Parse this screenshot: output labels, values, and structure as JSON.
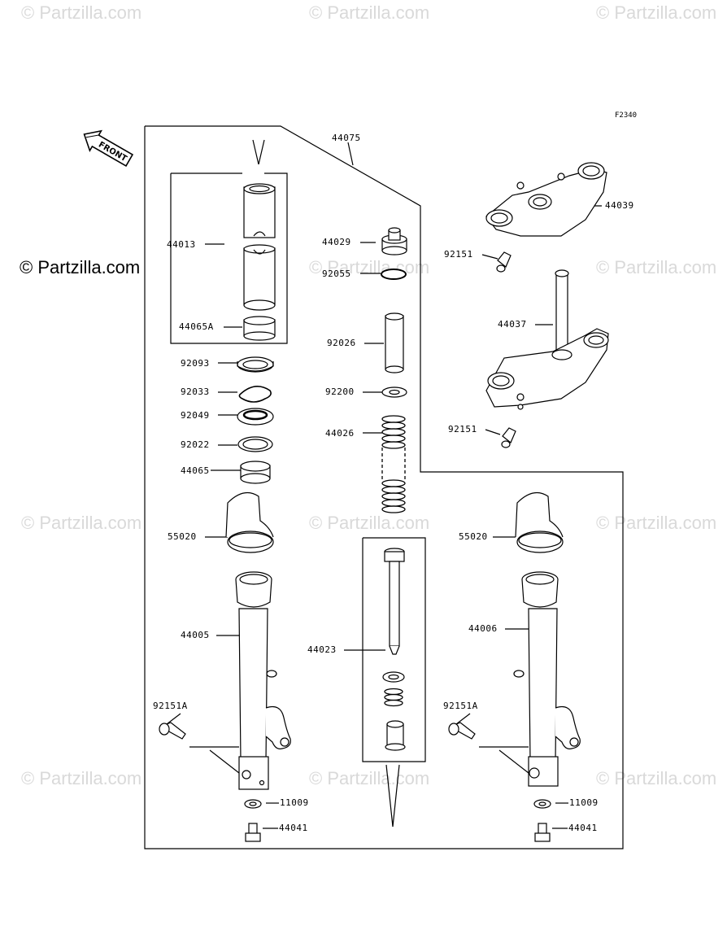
{
  "figure_id": "F2340",
  "watermark": "© Partzilla.com",
  "copyright": "© Partzilla.com",
  "front_label": "FRONT",
  "parts": {
    "p44075": "44075",
    "p44039": "44039",
    "p44013": "44013",
    "p44029": "44029",
    "p92151_top": "92151",
    "p92055": "92055",
    "p44037": "44037",
    "p44065A": "44065A",
    "p92026": "92026",
    "p92093": "92093",
    "p92033": "92033",
    "p92200": "92200",
    "p92049": "92049",
    "p44026": "44026",
    "p92151_mid": "92151",
    "p92022": "92022",
    "p44065": "44065",
    "p55020_left": "55020",
    "p55020_right": "55020",
    "p44005": "44005",
    "p44006": "44006",
    "p44023": "44023",
    "p92151A_left": "92151A",
    "p92151A_right": "92151A",
    "p11009_left": "11009",
    "p11009_right": "11009",
    "p44041_left": "44041",
    "p44041_right": "44041"
  }
}
